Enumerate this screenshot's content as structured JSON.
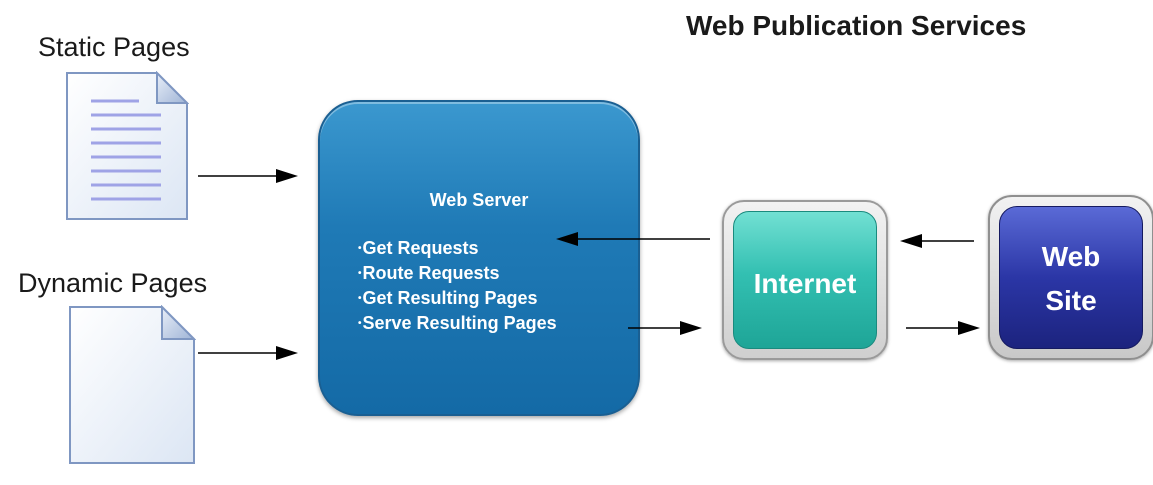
{
  "diagram": {
    "title": "Web Publication Services",
    "static_label": "Static Pages",
    "dynamic_label": "Dynamic Pages",
    "web_server": {
      "title": "Web Server",
      "items": [
        "Get Requests",
        "Route Requests",
        "Get Resulting Pages",
        "Serve Resulting Pages"
      ]
    },
    "internet_label": "Internet",
    "web_site_label_line1": "Web",
    "web_site_label_line2": "Site"
  },
  "colors": {
    "server": "#1f7ab6",
    "internet": "#33c0b2",
    "web_site": "#2b36a6",
    "document_lines": "#9fa3e6"
  },
  "icons": {
    "static_document": "document-lines-icon",
    "dynamic_document": "document-blank-icon"
  }
}
